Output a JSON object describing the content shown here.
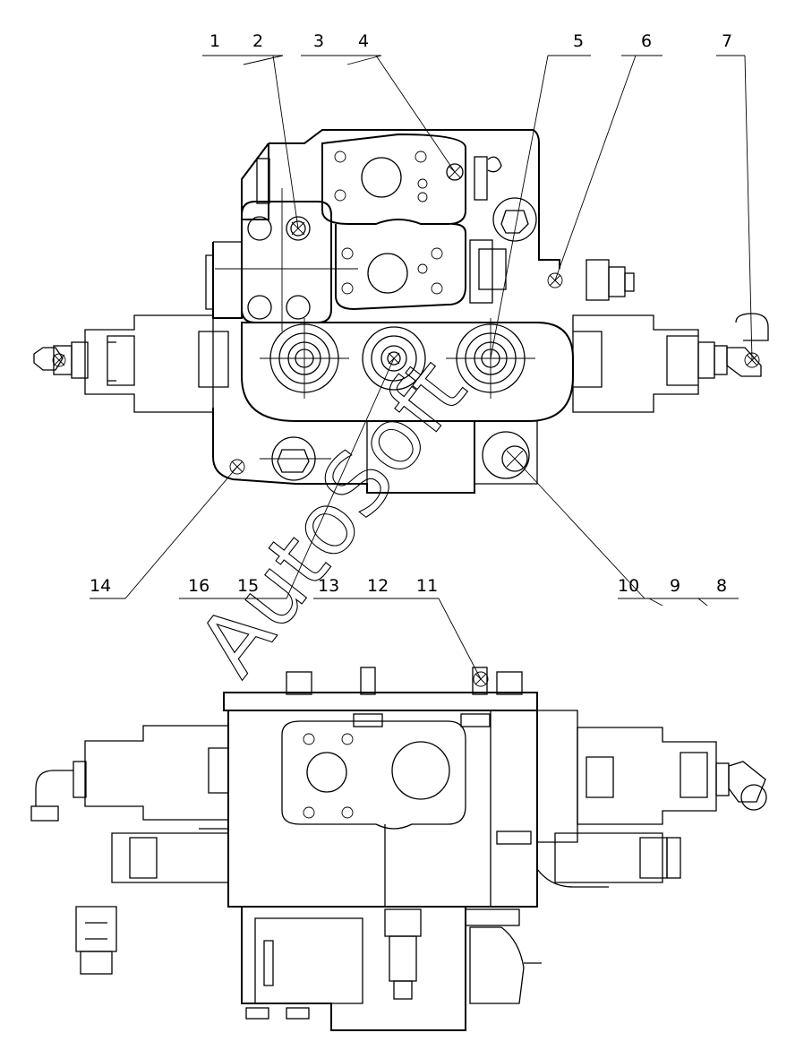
{
  "callouts_top": [
    "1",
    "2",
    "3",
    "4",
    "5",
    "6",
    "7"
  ],
  "callouts_bottom": [
    "14",
    "16",
    "15",
    "13",
    "12",
    "11",
    "10",
    "9",
    "8"
  ],
  "watermark": "AutoSoft"
}
